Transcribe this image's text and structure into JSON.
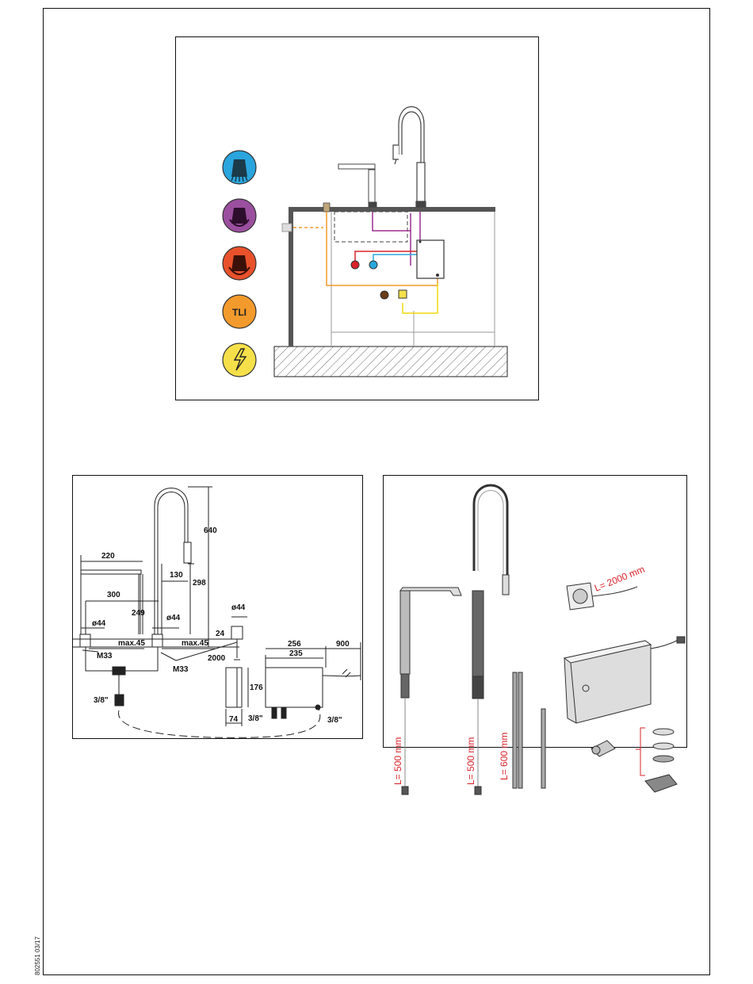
{
  "install": {
    "icons": [
      {
        "name": "cold-water",
        "color": "#2aa5dd"
      },
      {
        "name": "mixed-water",
        "color": "#9b4f9f"
      },
      {
        "name": "hot-water",
        "color": "#e8512b"
      },
      {
        "name": "tli",
        "color": "#f39a2c",
        "label": "TLI"
      },
      {
        "name": "electricity",
        "color": "#f6e04a"
      }
    ],
    "pipe_colors": {
      "cold": "#29a8dc",
      "hot": "#d8232a",
      "mixed": "#9b2f8f",
      "tli": "#f39a2c",
      "power": "#f2d90f"
    }
  },
  "dimensions": {
    "height": "640",
    "spout_length": "220",
    "spout_offset": "130",
    "outlet_height": "298",
    "faucet_spacing": "300",
    "body_height": "249",
    "diameter_a": "ø44",
    "diameter_b": "ø44",
    "diameter_c": "ø44",
    "diameter_d": "ø44",
    "max_thickness_a": "max.45",
    "max_thickness_b": "max.45",
    "thread_a": "M33",
    "thread_b": "M33",
    "button_height": "24",
    "cable_length": "2000",
    "connector_a": "3/8\"",
    "connector_b": "3/8\"",
    "connector_c": "3/8\"",
    "box_width_outer": "256",
    "box_width_inner": "235",
    "cord_length": "900",
    "box_height": "176",
    "box_depth": "74"
  },
  "parts": {
    "cable_label": "L= 2000 mm",
    "hose_a_label": "L= 500 mm",
    "hose_b_label": "L= 500 mm",
    "hose_c_label": "L= 600 mm"
  },
  "footer": {
    "doc_code": "802551 03/17"
  }
}
